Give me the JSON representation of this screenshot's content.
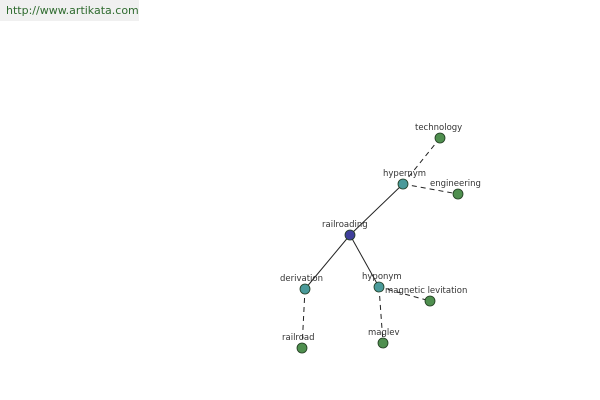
{
  "watermark": {
    "text": "http://www.artikata.com"
  },
  "colors": {
    "center": "#3f3f9a",
    "relation": "#4a9a9a",
    "term": "#4f8f4f"
  },
  "graph": {
    "center": {
      "id": "railroading",
      "label": "railroading",
      "type": "center"
    },
    "relations": [
      {
        "id": "hypernym",
        "label": "hypernym",
        "type": "relation"
      },
      {
        "id": "derivation",
        "label": "derivation",
        "type": "relation"
      },
      {
        "id": "hyponym",
        "label": "hyponym",
        "type": "relation"
      }
    ],
    "terms": [
      {
        "id": "technology",
        "label": "technology",
        "parent": "hypernym"
      },
      {
        "id": "engineering",
        "label": "engineering",
        "parent": "hypernym"
      },
      {
        "id": "railroad",
        "label": "railroad",
        "parent": "derivation"
      },
      {
        "id": "magnetic-levitation",
        "label": "magnetic levitation",
        "parent": "hyponym"
      },
      {
        "id": "maglev",
        "label": "maglev",
        "parent": "hyponym"
      }
    ]
  }
}
